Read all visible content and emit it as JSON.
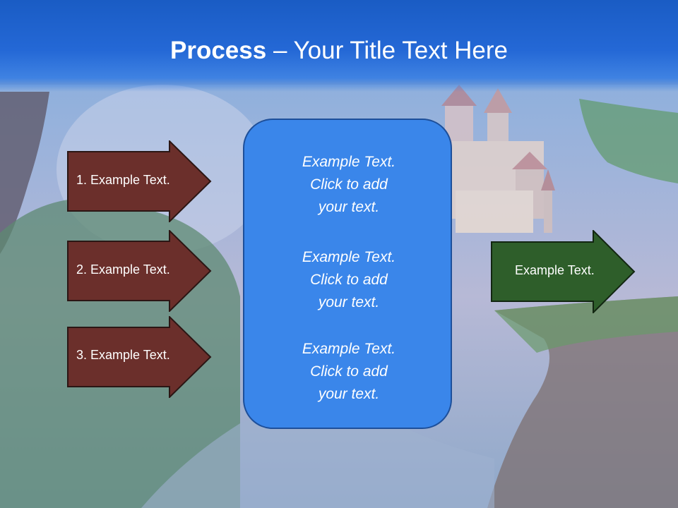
{
  "slide": {
    "title_bold": "Process",
    "title_rest": " – Your Title Text Here"
  },
  "left_arrows": [
    {
      "label": "1. Example Text."
    },
    {
      "label": "2. Example Text."
    },
    {
      "label": "3. Example Text."
    }
  ],
  "center_box": {
    "blocks": [
      {
        "line1": "Example Text.",
        "line2": "Click  to add",
        "line3": "your text."
      },
      {
        "line1": "Example Text.",
        "line2": "Click  to add",
        "line3": "your text."
      },
      {
        "line1": "Example Text.",
        "line2": "Click  to add",
        "line3": "your text."
      }
    ]
  },
  "right_arrow": {
    "label": "Example Text."
  },
  "colors": {
    "title_band": "#1a5cc4",
    "left_arrow_fill": "#6b2f2b",
    "right_arrow_fill": "#2e5e2a",
    "center_box_fill": "#3a86ea"
  }
}
